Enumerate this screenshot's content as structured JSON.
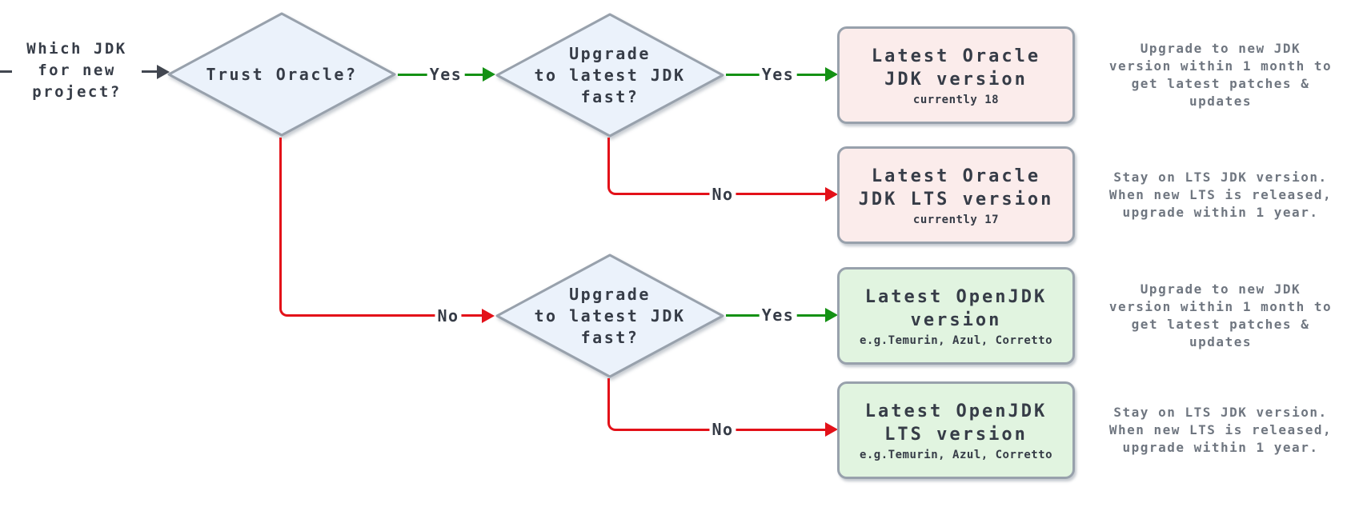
{
  "colors": {
    "diamond_fill": "#ebf2fb",
    "node_border": "#98a1ac",
    "pink_fill": "#fbeceb",
    "green_fill": "#e1f4e0",
    "text_dark": "#363c47",
    "text_gray": "#6f7680",
    "yes_green": "#149114",
    "no_red": "#e31119",
    "dark_line": "#424750"
  },
  "start": {
    "label": "Which JDK\nfor new\nproject?"
  },
  "decisions": [
    {
      "id": "trust-oracle",
      "label": "Trust Oracle?"
    },
    {
      "id": "upgrade-fast-oracle",
      "label": "Upgrade\nto latest JDK\nfast?"
    },
    {
      "id": "upgrade-fast-openjdk",
      "label": "Upgrade\nto latest JDK\nfast?"
    }
  ],
  "outcomes": [
    {
      "id": "oracle-latest",
      "title": "Latest Oracle\nJDK version",
      "subtitle": "currently 18"
    },
    {
      "id": "oracle-lts",
      "title": "Latest Oracle\nJDK LTS version",
      "subtitle": "currently 17"
    },
    {
      "id": "openjdk-latest",
      "title": "Latest OpenJDK\nversion",
      "subtitle": "e.g.Temurin, Azul, Corretto"
    },
    {
      "id": "openjdk-lts",
      "title": "Latest OpenJDK\nLTS version",
      "subtitle": "e.g.Temurin, Azul, Corretto"
    }
  ],
  "edge_labels": {
    "yes": "Yes",
    "no": "No"
  },
  "annotations": [
    {
      "text": "Upgrade to new JDK\nversion within 1 month to\nget latest patches &\nupdates"
    },
    {
      "text": "Stay on LTS JDK version.\nWhen new LTS is released,\nupgrade within 1 year."
    },
    {
      "text": "Upgrade to new JDK\nversion within 1 month to\nget latest patches &\nupdates"
    },
    {
      "text": "Stay on LTS JDK version.\nWhen new LTS is released,\nupgrade within 1 year."
    }
  ]
}
